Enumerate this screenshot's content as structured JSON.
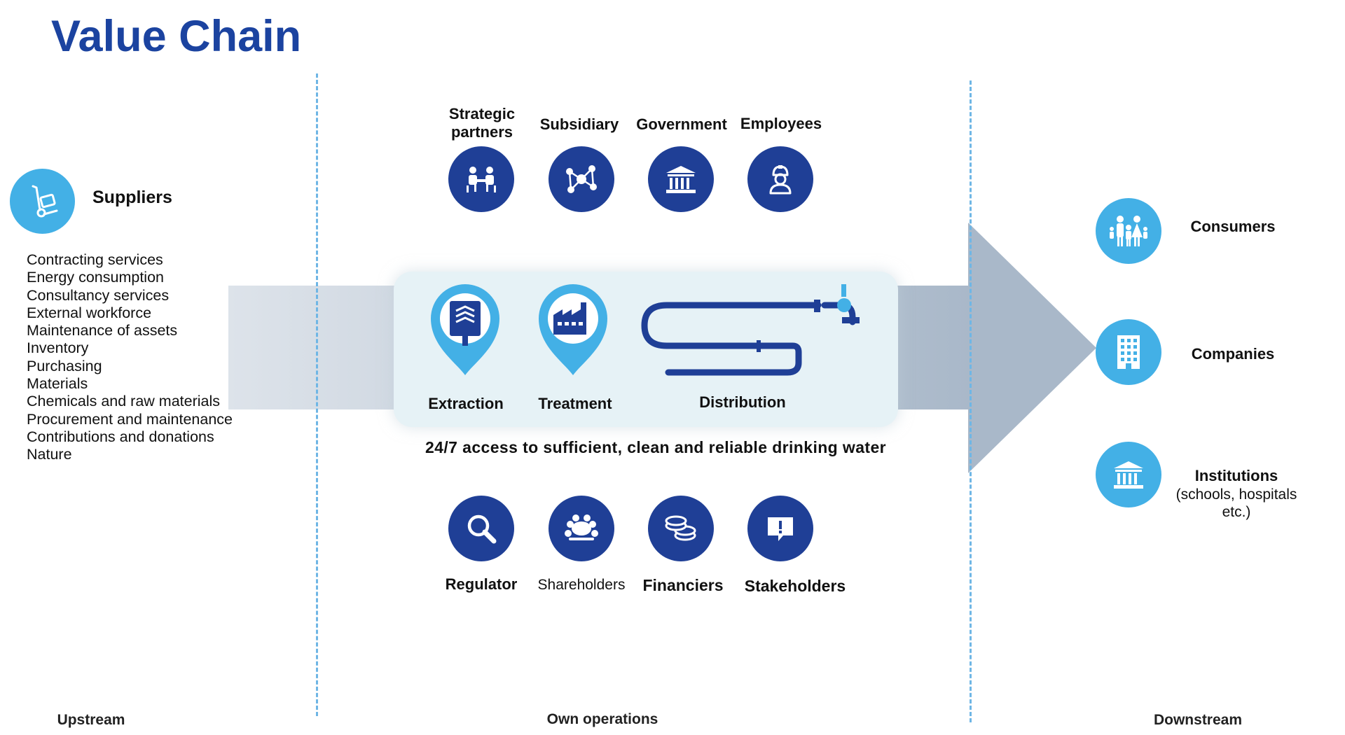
{
  "title": "Value Chain",
  "suppliers": {
    "label": "Suppliers",
    "items": [
      "Contracting services",
      "Energy consumption",
      "Consultancy services",
      "External workforce",
      "Maintenance of assets",
      "Inventory",
      "Purchasing",
      "Materials",
      "Chemicals and raw materials",
      "Procurement and maintenance",
      "Contributions and donations",
      "Nature"
    ]
  },
  "top_stakeholders": {
    "strategic_partners": "Strategic partners",
    "subsidiary": "Subsidiary",
    "government": "Government",
    "employees": "Employees"
  },
  "process": {
    "extraction": "Extraction",
    "treatment": "Treatment",
    "distribution": "Distribution"
  },
  "tagline": "24/7 access to sufficient, clean and reliable drinking water",
  "bottom_stakeholders": {
    "regulator": "Regulator",
    "shareholders": "Shareholders",
    "financiers": "Financiers",
    "stakeholders": "Stakeholders"
  },
  "downstream_items": {
    "consumers": "Consumers",
    "companies": "Companies",
    "institutions": "Institutions",
    "institutions_note": "(schools, hospitals etc.)"
  },
  "sections": {
    "upstream": "Upstream",
    "own_operations": "Own operations",
    "downstream": "Downstream"
  },
  "colors": {
    "title": "#1b43a0",
    "dark_circle": "#1f3f96",
    "light_circle": "#43b0e6",
    "divider": "#6fb6e5",
    "arrow": "#a9b8c9"
  },
  "icons": {
    "suppliers": "hand-truck-icon",
    "strategic_partners": "meeting-table-icon",
    "subsidiary": "network-icon",
    "government": "government-building-icon",
    "employees": "worker-icon",
    "extraction": "extraction-pin-icon",
    "treatment": "factory-pin-icon",
    "distribution": "pipe-icon",
    "regulator": "magnifier-icon",
    "shareholders": "group-icon",
    "financiers": "coins-icon",
    "stakeholders": "speech-alert-icon",
    "consumers": "family-icon",
    "companies": "office-building-icon",
    "institutions": "institution-icon"
  }
}
